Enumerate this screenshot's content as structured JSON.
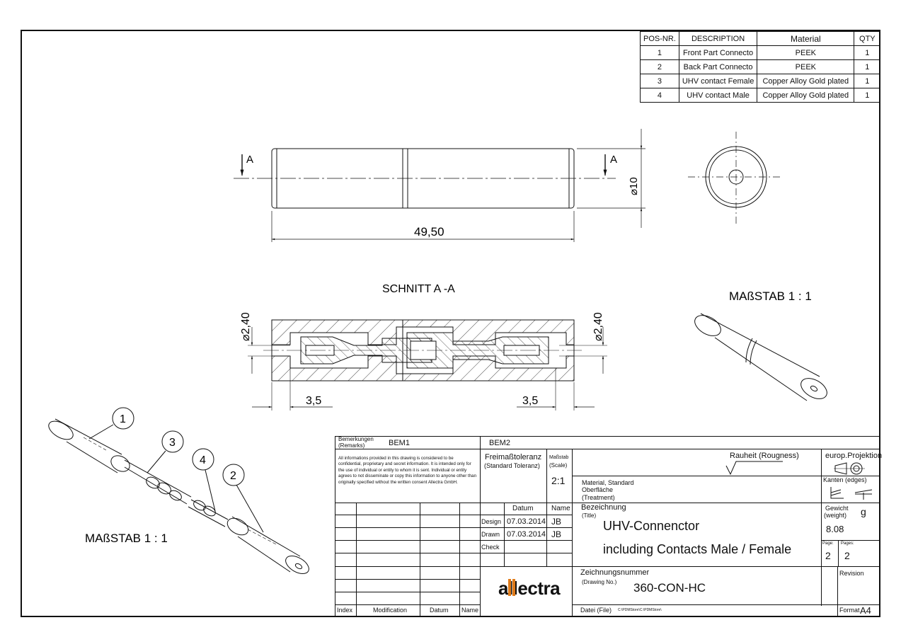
{
  "bom": {
    "headers": [
      "POS-NR.",
      "DESCRIPTION",
      "Material",
      "QTY"
    ],
    "rows": [
      [
        "1",
        "Front Part Connecto",
        "PEEK",
        "1"
      ],
      [
        "2",
        "Back Part Connecto",
        "PEEK",
        "1"
      ],
      [
        "3",
        "UHV contact Female",
        "Copper Alloy Gold plated",
        "1"
      ],
      [
        "4",
        "UHV contact Male",
        "Copper Alloy Gold plated",
        "1"
      ]
    ]
  },
  "views": {
    "section_marker": "A",
    "diameter_label": "⌀10",
    "length_label": "49,50",
    "section_title": "SCHNITT A -A",
    "bore_left": "⌀2,40",
    "bore_right": "⌀2,40",
    "depth_left": "3,5",
    "depth_right": "3,5",
    "scale_iso_right": "MAßSTAB 1 : 1",
    "scale_iso_left": "MAßSTAB 1 : 1",
    "balloons": [
      "1",
      "3",
      "4",
      "2"
    ]
  },
  "title_block": {
    "remarks_label": "Bemerkungen",
    "remarks_label_en": "(Remarks)",
    "bem1": "BEM1",
    "bem2": "BEM2",
    "confidential": "All informations provided in this drawing is considered to be confidential, proprietary and secret information. It is intended only for the use of individual or entity to whom it is sent. Individual or entity agrees to not disseminate or copy this information to anyone other than originally specified without the written consent Allectra GmbH.",
    "tolerance": "Freimaßtoleranz",
    "tolerance_en": "(Standard Toleranz)",
    "scale_label": "Maßstab",
    "scale_label_en": "(Scale)",
    "scale_value": "2:1",
    "roughness": "Rauheit (Rougness)",
    "projection": "europ.Projektion",
    "edges": "Kanten (edges)",
    "material_label": "Material, Standard",
    "surface_label": "Oberfläche",
    "treatment_label": "(Treatment)",
    "datum_label": "Datum",
    "name_label": "Name",
    "design_label": "Design",
    "design_date": "07.03.2014",
    "design_name": "JB",
    "drawn_label": "Drawn",
    "drawn_date": "07.03.2014",
    "drawn_name": "JB",
    "check_label": "Check",
    "title_label": "Bezeichnung",
    "title_label_en": "(Title)",
    "title_line1": "UHV-Connenctor",
    "title_line2": "including Contacts Male / Female",
    "weight_label": "Gewicht",
    "weight_label_en": "(weight)",
    "weight_unit": "g",
    "weight_value": "8.08",
    "page_label": "Page:",
    "page_value": "2",
    "pages_label": "Pages:",
    "pages_value": "2",
    "drawing_no_label": "Zeichnungsnummer",
    "drawing_no_label_en": "(Drawing No.)",
    "drawing_no": "360-CON-HC",
    "revision_label": "Revision",
    "logo": "allectra",
    "file_label": "Datei (File)",
    "file_path": "C:\\PDMStore\\C:\\PDMStore\\",
    "format_label": "Format",
    "format_value": "A4",
    "index_label": "Index",
    "modification_label": "Modification",
    "mod_datum_label": "Datum",
    "mod_name_label": "Name"
  },
  "colors": {
    "line": "#111111",
    "logo_bar": "#e07b1a"
  }
}
